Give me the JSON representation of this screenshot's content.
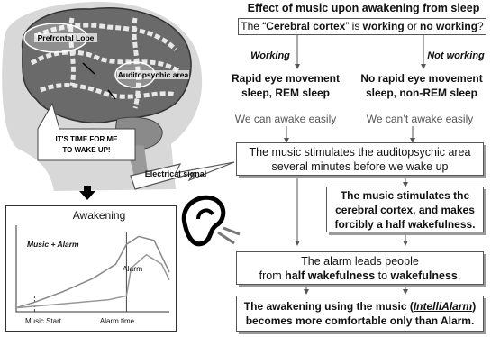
{
  "title": "Effect of music upon awakening from sleep",
  "question": {
    "pre": "The “",
    "term": "Cerebral cortex",
    "mid": "” is ",
    "opt1": "working",
    "or": " or ",
    "opt2": "no working",
    "end": "?"
  },
  "branches": {
    "left": "Working",
    "right": "Not working"
  },
  "rem": {
    "line1": "Rapid eye movement",
    "line2": "sleep, REM sleep"
  },
  "nonrem": {
    "line1": "No rapid eye movement",
    "line2": "sleep, non-REM sleep"
  },
  "awake_easy": "We can awake easily",
  "awake_hard": "We can’t awake easily",
  "stimulate_audio": {
    "line1": "The music stimulates the auditopsychic area",
    "line2": "several minutes before we wake up"
  },
  "stimulate_cortex": {
    "line1": "The music stimulates the",
    "line2": "cerebral cortex, and makes",
    "line3": "forcibly a half wakefulness."
  },
  "alarm_leads": {
    "line1": "The alarm leads people",
    "line2_pre": "from ",
    "half": "half wakefulness",
    "to": " to ",
    "wake": "wakefulness",
    "end": "."
  },
  "conclusion": {
    "line1_pre": "The awakening using the music (",
    "brand": "IntelliAlarm",
    "line1_end": ")",
    "line2": "becomes more comfortable only than Alarm."
  },
  "brain": {
    "prefrontal": "Prefrontal Lobe",
    "auditopsychic": "Auditopsychic area",
    "bubble_line1": "IT'S TIME FOR ME",
    "bubble_line2": "TO WAKE UP!",
    "signal": "Electrical signal"
  },
  "chart_data": {
    "type": "line",
    "title": "Awakening",
    "xlabel": "",
    "ylabel": "",
    "x_ticks": [
      "Music Start",
      "Alarm time"
    ],
    "series": [
      {
        "name": "Music + Alarm",
        "values": [
          [
            0,
            0.05
          ],
          [
            0.12,
            0.12
          ],
          [
            0.3,
            0.25
          ],
          [
            0.5,
            0.42
          ],
          [
            0.65,
            0.6
          ],
          [
            0.72,
            0.85
          ],
          [
            0.8,
            0.95
          ],
          [
            0.9,
            0.9
          ],
          [
            1.0,
            0.5
          ]
        ]
      },
      {
        "name": "Alarm",
        "values": [
          [
            0,
            0.05
          ],
          [
            0.3,
            0.1
          ],
          [
            0.6,
            0.15
          ],
          [
            0.72,
            0.2
          ],
          [
            0.75,
            0.55
          ],
          [
            0.85,
            0.72
          ],
          [
            0.95,
            0.6
          ],
          [
            1.0,
            0.4
          ]
        ]
      }
    ]
  }
}
